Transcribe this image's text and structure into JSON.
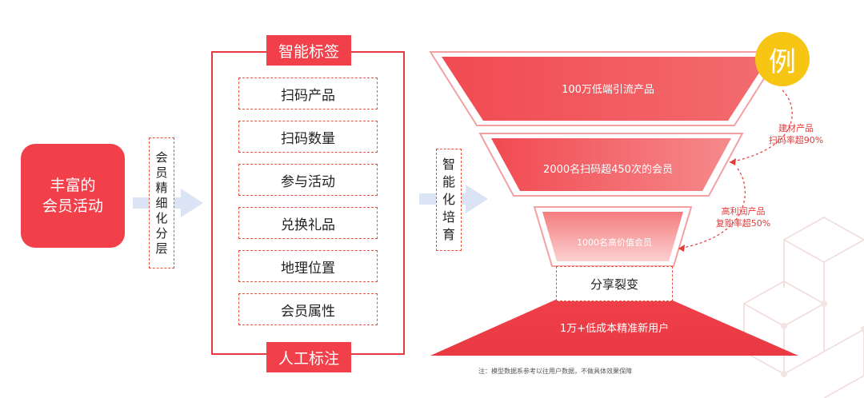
{
  "left_box": {
    "line1": "丰富的",
    "line2": "会员活动"
  },
  "refine_label": [
    "会",
    "员",
    "精",
    "细",
    "化",
    "分",
    "层"
  ],
  "frame": {
    "top_label": "智能标签",
    "bottom_label": "人工标注",
    "items": [
      "扫码产品",
      "扫码数量",
      "参与活动",
      "兑换礼品",
      "地理位置",
      "会员属性"
    ]
  },
  "cultivate_label": [
    "智",
    "能",
    "化",
    "培",
    "育"
  ],
  "funnel": {
    "tier1": "100万低端引流产品",
    "tier2": "2000名扫码超450次的会员",
    "tier3": "1000名高价值会员",
    "share": "分享裂变",
    "bottom": "1万+低成本精准新用户"
  },
  "example_badge": "例",
  "notes": {
    "note1_line1": "建材产品",
    "note1_line2": "扫码率超90%",
    "note2_line1": "高利润产品",
    "note2_line2": "复购率超50%"
  },
  "footnote": "注：模型数据系参考以往用户数据，不做具体效果保障",
  "colors": {
    "accent": "#f2404a",
    "arrow": "#c9d6ef",
    "badge": "#f7c514"
  }
}
